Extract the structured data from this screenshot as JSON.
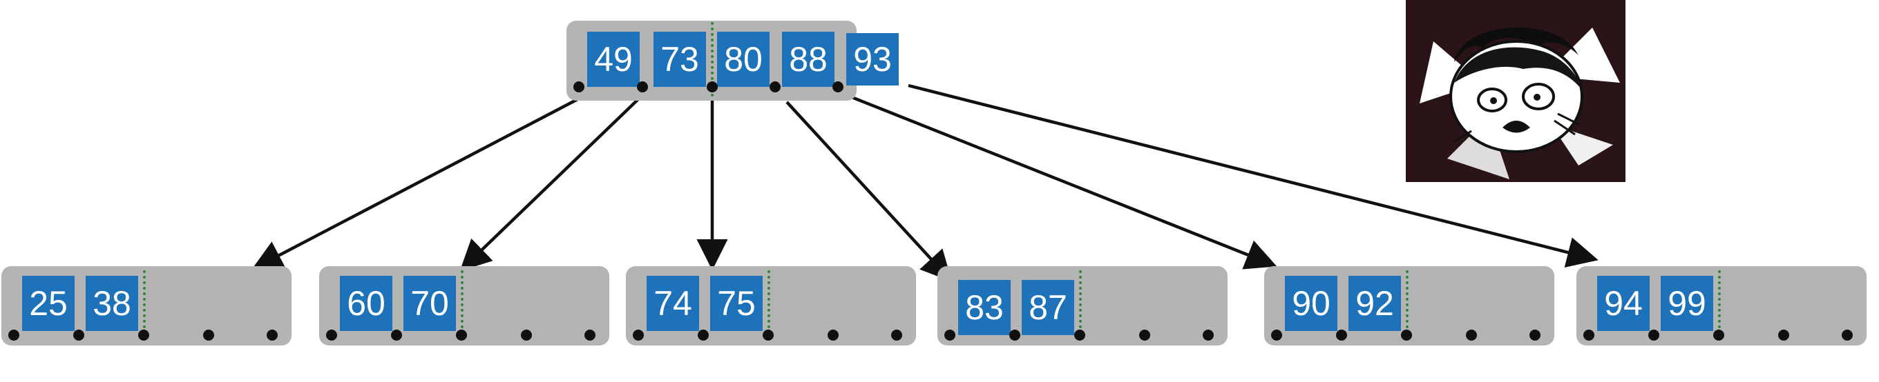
{
  "root": {
    "keys": [
      "49",
      "73",
      "80",
      "88"
    ],
    "overflow_key": "93"
  },
  "leaves": [
    {
      "keys": [
        "25",
        "38"
      ]
    },
    {
      "keys": [
        "60",
        "70"
      ]
    },
    {
      "keys": [
        "74",
        "75"
      ]
    },
    {
      "keys": [
        "83",
        "87"
      ]
    },
    {
      "keys": [
        "90",
        "92"
      ]
    },
    {
      "keys": [
        "94",
        "99"
      ]
    }
  ],
  "meme": {
    "icon": "shocked-face-meme-icon"
  },
  "colors": {
    "node_fill": "#b4b4b4",
    "key_fill": "#1d72b9",
    "key_text": "#ffffff",
    "divider": "#2e8a2e",
    "arrow": "#111111"
  }
}
